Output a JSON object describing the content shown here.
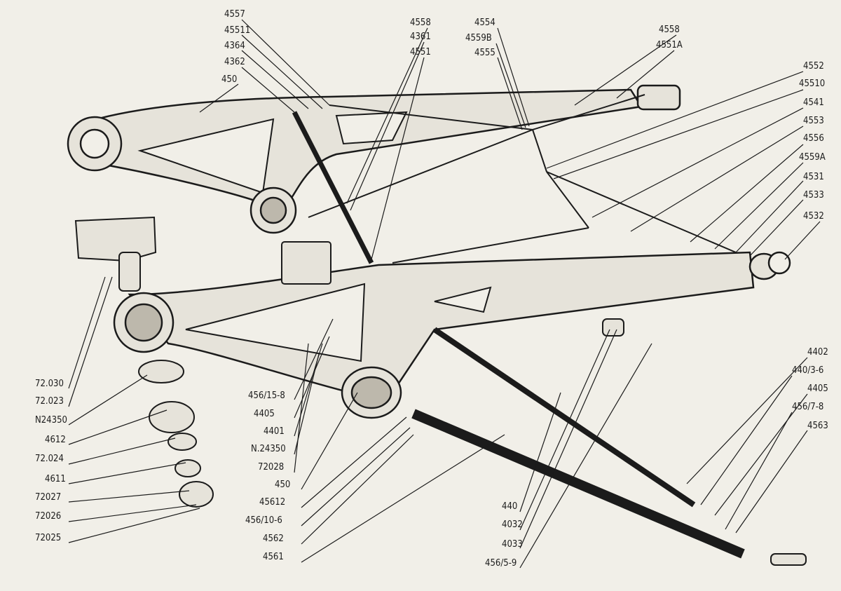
{
  "part_labels": [
    "4557",
    "45511",
    "4364",
    "4362",
    "450",
    "4558",
    "4361",
    "4551",
    "4554",
    "4559B",
    "4555",
    "4558",
    "4551A",
    "4552",
    "45510",
    "4541",
    "4553",
    "4556",
    "4559A",
    "4531",
    "4533",
    "4532",
    "72.030",
    "72.023",
    "N24350",
    "4612",
    "72.024",
    "4611",
    "72027",
    "72026",
    "72025",
    "456/15-8",
    "4405",
    "4401",
    "N.24350",
    "72028",
    "450",
    "45612",
    "456/10-6",
    "4562",
    "4561",
    "440",
    "4032",
    "4033",
    "456/5-9",
    "4402",
    "440/3-6",
    "4405",
    "456/7-8",
    "4563"
  ],
  "colors": {
    "paper": "#f1efe8",
    "ink": "#1b1b1b"
  }
}
